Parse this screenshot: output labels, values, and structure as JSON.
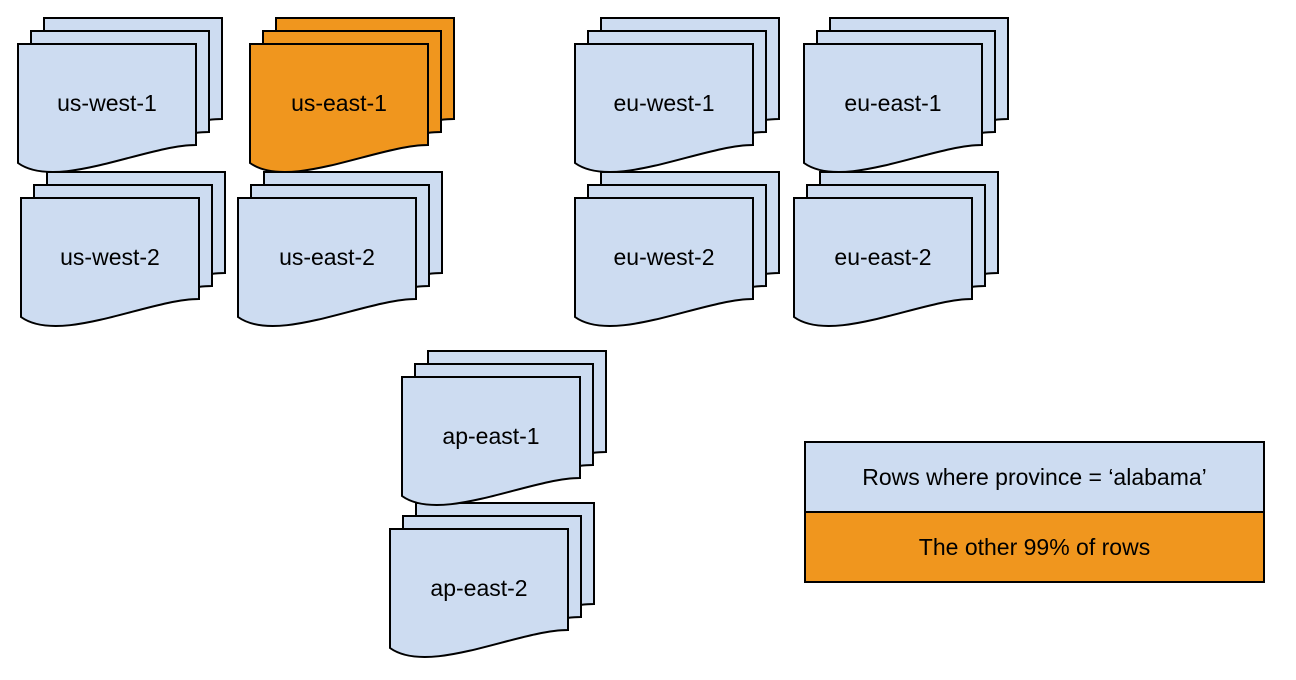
{
  "diagram": {
    "description": "Document stacks representing database regions; one region highlighted",
    "colors": {
      "region_fill": "#cddcf1",
      "highlight_fill": "#f0961e",
      "stroke": "#000000",
      "background": "#ffffff"
    },
    "layers_per_stack": 3,
    "stacks": [
      {
        "label": "us-west-1",
        "highlighted": false
      },
      {
        "label": "us-east-1",
        "highlighted": true
      },
      {
        "label": "eu-west-1",
        "highlighted": false
      },
      {
        "label": "eu-east-1",
        "highlighted": false
      },
      {
        "label": "us-west-2",
        "highlighted": false
      },
      {
        "label": "us-east-2",
        "highlighted": false
      },
      {
        "label": "eu-west-2",
        "highlighted": false
      },
      {
        "label": "eu-east-2",
        "highlighted": false
      },
      {
        "label": "ap-east-1",
        "highlighted": false
      },
      {
        "label": "ap-east-2",
        "highlighted": false
      }
    ],
    "legend": {
      "items": [
        {
          "label": "Rows where province = ‘alabama’",
          "fill": "#cddcf1"
        },
        {
          "label": "The other 99% of rows",
          "fill": "#f0961e"
        }
      ]
    }
  }
}
